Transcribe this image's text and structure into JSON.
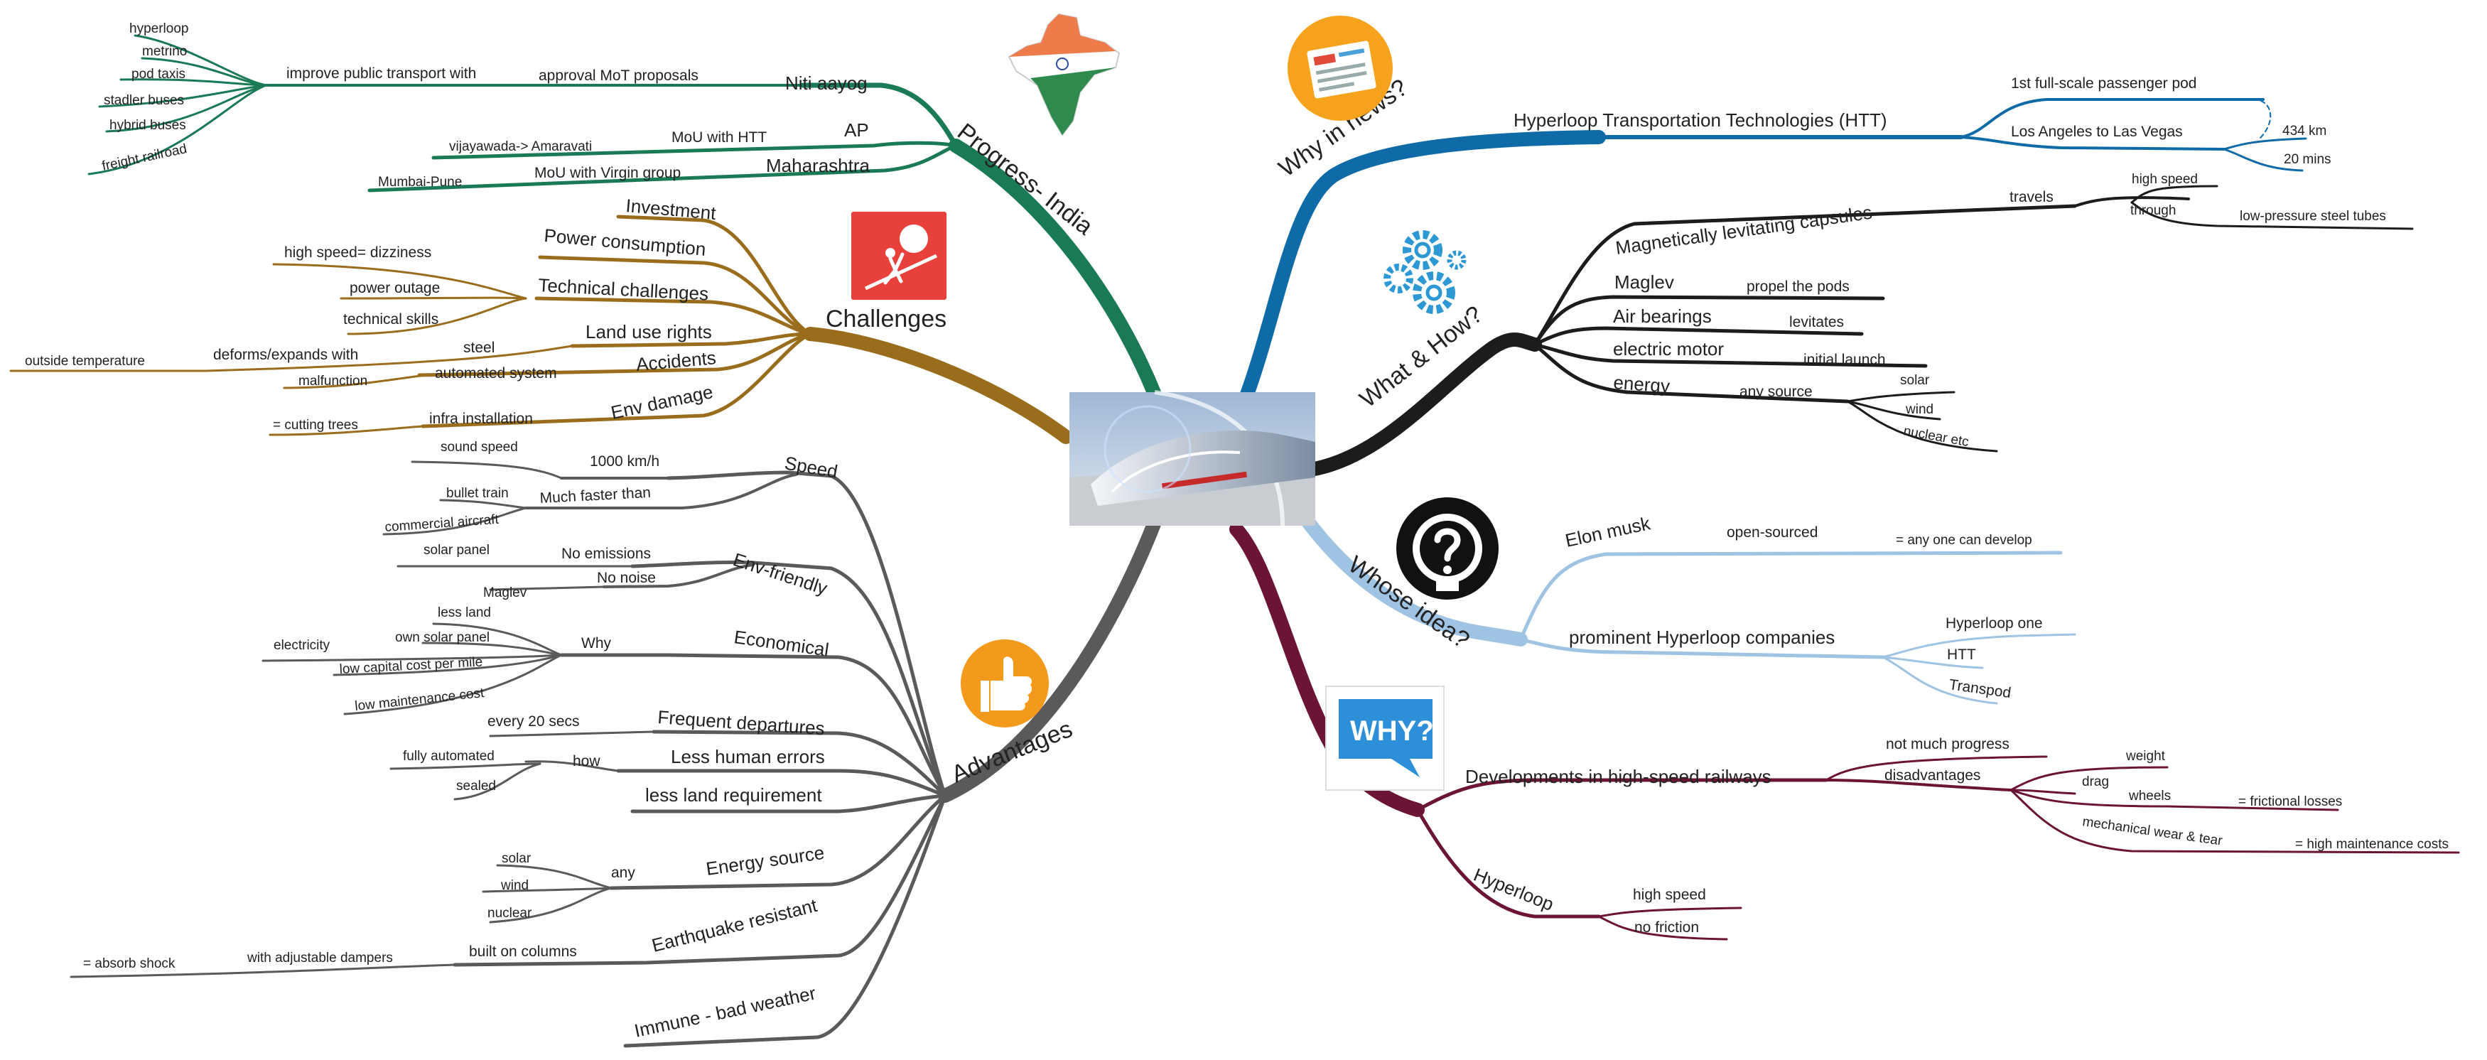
{
  "colors": {
    "progress": "#1a7a55",
    "challenges": "#9a6d1c",
    "advantages": "#5a5a5a",
    "news": "#0f6aa8",
    "what": "#1c1c1c",
    "whose": "#9fc3e3",
    "why": "#6b1436"
  },
  "center": {
    "image": "hyperloop-capsule-image"
  },
  "icons": {
    "india": "india-map-icon",
    "challenges": "sisyphus-boulder-icon",
    "advantages": "thumbs-up-icon",
    "news": "newspaper-icon",
    "what": "gears-icon",
    "whose": "question-lightbulb-icon",
    "why": "why-speech-bubble-icon"
  },
  "progress": {
    "title": "Progress- India",
    "niti": "Niti aayog",
    "approval": "approval MoT proposals",
    "improve": "improve public transport with",
    "transport": [
      "hyperloop",
      "metrino",
      "pod taxis",
      "stadler buses",
      "hybrid buses",
      "freight railroad"
    ],
    "ap": "AP",
    "mou_htt": "MoU with HTT",
    "vijayawada": "vijayawada-> Amaravati",
    "maharashtra": "Maharashtra",
    "mou_virgin": "MoU with Virgin group",
    "mumbai": "Mumbai-Pune"
  },
  "challenges": {
    "title": "Challenges",
    "investment": "Investment",
    "power": "Power consumption",
    "technical": "Technical challenges",
    "dizziness": "high speed= dizziness",
    "outage": "power outage",
    "skills": "technical skills",
    "steel": "steel",
    "deforms": "deforms/expands with",
    "outside": "outside temperature",
    "landuse": "Land use rights",
    "accidents": "Accidents",
    "automated": "automated system",
    "malfunction": "malfunction",
    "env": "Env damage",
    "infra": "infra installation",
    "cutting": "= cutting trees"
  },
  "advantages": {
    "title": "Advantages",
    "speed": "Speed",
    "kmh": "1000 km/h",
    "sound": "sound speed",
    "faster": "Much faster than",
    "bullet": "bullet train",
    "aircraft": "commercial aircraft",
    "envf": "Env-friendly",
    "noemis": "No emissions",
    "solarpanel": "solar panel",
    "nonoise": "No noise",
    "maglev": "Maglev",
    "economical": "Economical",
    "why": "Why",
    "lessland": "less land",
    "ownsolar": "own solar panel",
    "electricity": "electricity",
    "lowcap": "low capital cost per mile",
    "lowmaint": "low maintenance cost",
    "frequent": "Frequent departures",
    "every20": "every 20 secs",
    "human": "Less human errors",
    "how": "how",
    "fullyauto": "fully automated",
    "sealed": "sealed",
    "lessreq": "less land requirement",
    "energy": "Energy source",
    "any": "any",
    "solar": "solar",
    "wind": "wind",
    "nuclear": "nuclear",
    "quake": "Earthquake resistant",
    "columns": "built on columns",
    "dampers": "with adjustable dampers",
    "absorb": "= absorb shock",
    "immune": "Immune - bad weather"
  },
  "news": {
    "title": "Why in news?",
    "htt": "Hyperloop Transportation Technologies (HTT)",
    "pod": "1st full-scale passenger pod",
    "la": "Los Angeles to Las Vegas",
    "km": "434 km",
    "mins": "20 mins"
  },
  "what": {
    "title": "What & How?",
    "capsules": "Magnetically levitating capsules",
    "travels": "travels",
    "highspeed": "high speed",
    "through": "through",
    "tubes": "low-pressure steel tubes",
    "maglev": "Maglev",
    "propel": "propel the pods",
    "air": "Air bearings",
    "levitates": "levitates",
    "motor": "electric motor",
    "launch": "initial launch",
    "energy": "energy",
    "anysource": "any source",
    "solar": "solar",
    "wind": "wind",
    "nuclear": "nuclear etc"
  },
  "whose": {
    "title": "Whose idea?",
    "elon": "Elon musk",
    "open": "open-sourced",
    "anyone": "= any one can develop",
    "companies": "prominent Hyperloop companies",
    "one": "Hyperloop one",
    "htt": "HTT",
    "transpod": "Transpod"
  },
  "why": {
    "title": "WHY?",
    "developments": "Developments in high-speed railways",
    "notmuch": "not much progress",
    "disadv": "disadvantages",
    "weight": "weight",
    "drag": "drag",
    "wheels": "wheels",
    "frictional": "= frictional losses",
    "wear": "mechanical wear & tear",
    "highmaint": "= high maintenance costs",
    "hyperloop": "Hyperloop",
    "highspeed": "high speed",
    "nofriction": "no friction"
  }
}
